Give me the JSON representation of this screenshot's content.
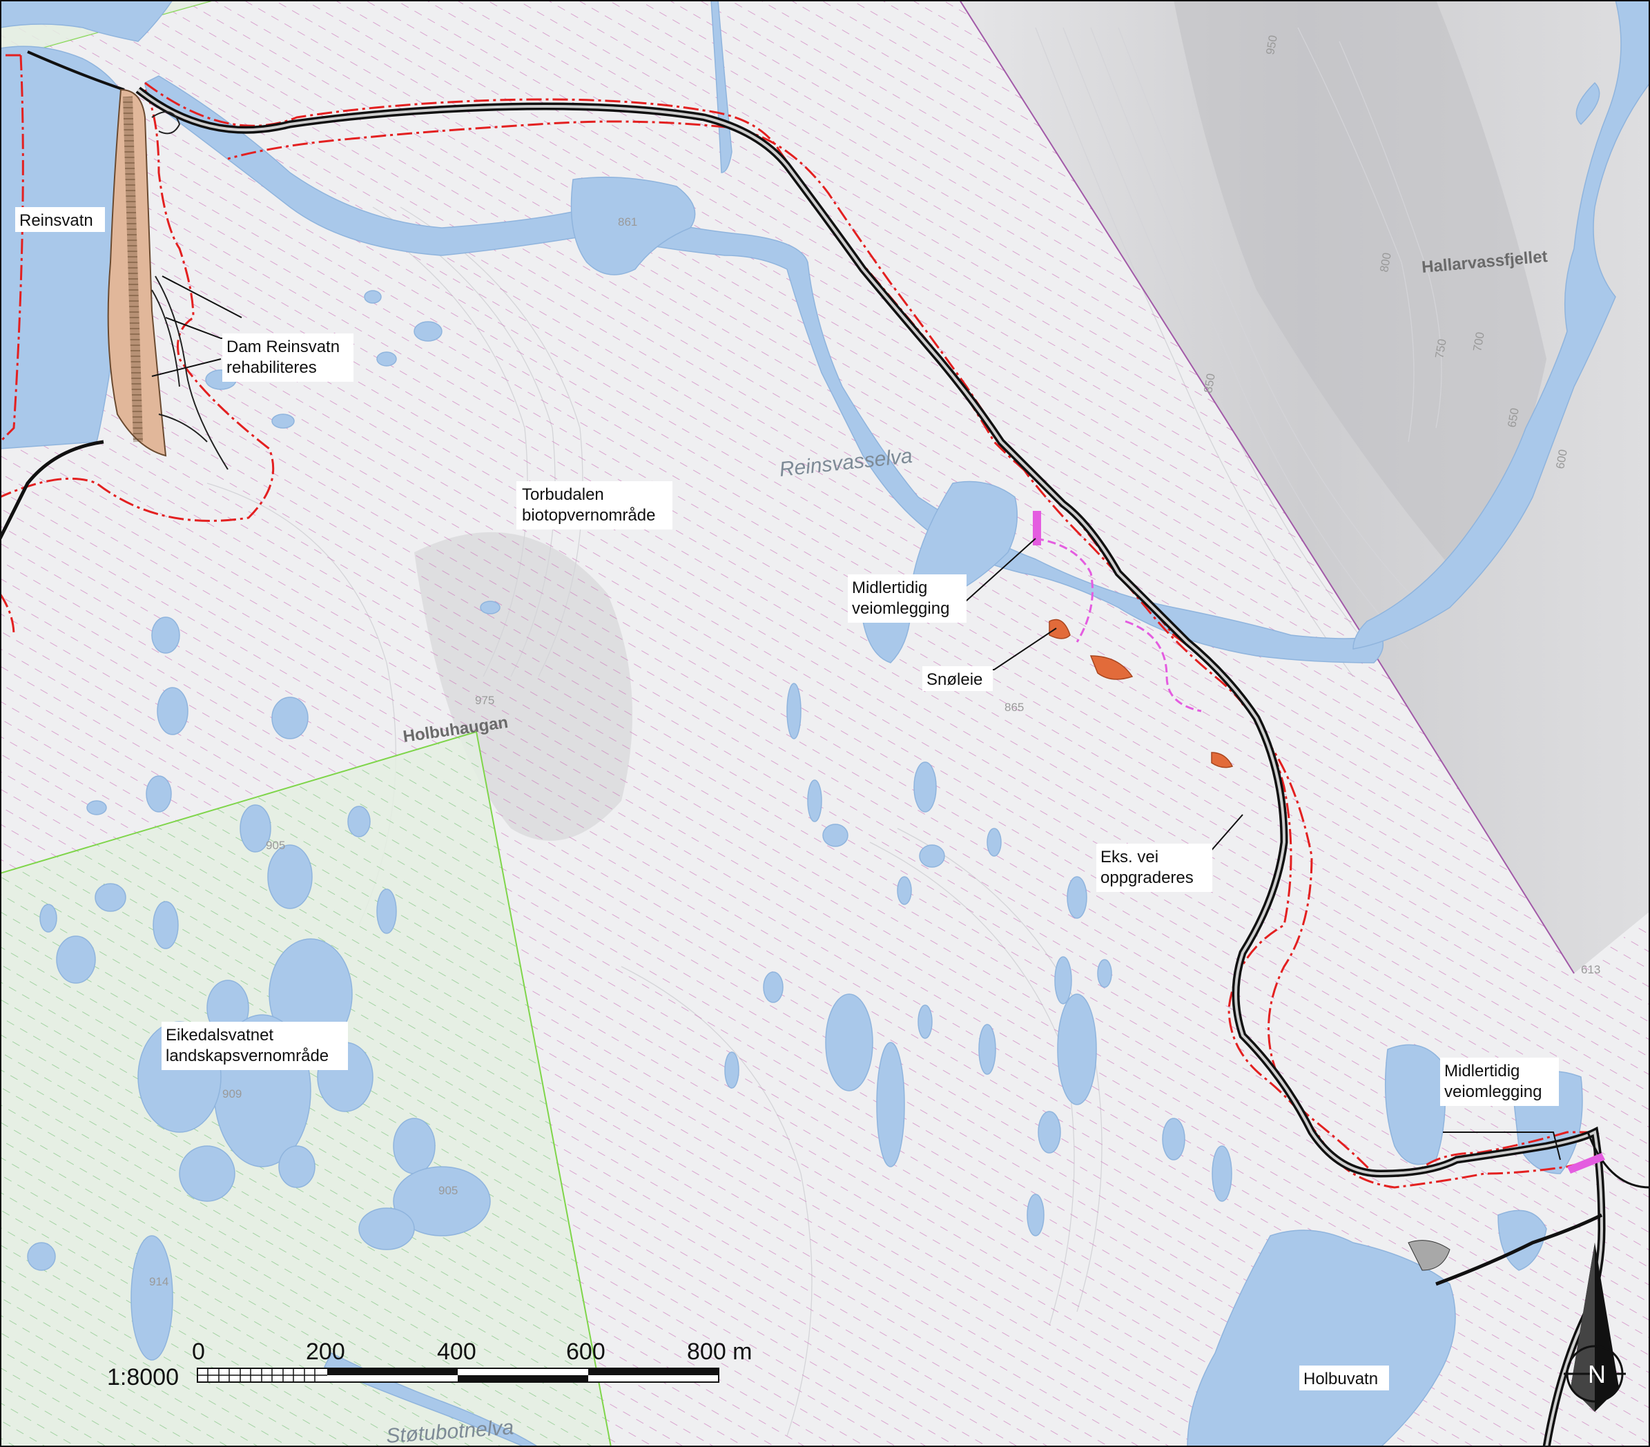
{
  "map": {
    "colors": {
      "water": "#a9c8ea",
      "land": "#f1f0f2",
      "hatch_protected": "#cc77bb",
      "hatch_landscape": "#88cc88",
      "landscape_fill": "#e4efe2",
      "boundary_red": "#e32020",
      "road": "#111111",
      "dam_fill": "#e1b79a",
      "snow_fill": "#e26b3a",
      "temp_road": "#e45ce0",
      "purple_boundary": "#a25aa8",
      "green_boundary": "#7fd54a"
    },
    "labels": {
      "reinsvatn": "Reinsvatn",
      "dam_line1": "Dam Reinsvatn",
      "dam_line2": "rehabiliteres",
      "torbudalen_line1": "Torbudalen",
      "torbudalen_line2": "biotopvernområde",
      "midl1_line1": "Midlertidig",
      "midl1_line2": "veiomlegging",
      "snoleie": "Snøleie",
      "eks_line1": "Eks. vei",
      "eks_line2": "oppgraderes",
      "eikedal_line1": "Eikedalsvatnet",
      "eikedal_line2": "landskapsvernområde",
      "midl2_line1": "Midlertidig",
      "midl2_line2": "veiomlegging",
      "holbuvatn": "Holbuvatn"
    },
    "place_names": {
      "hallarvassfjellet": "Hallarvassfjellet",
      "holbuhaugan": "Holbuhaugan",
      "reinsvasselva": "Reinsvasselva",
      "stubotnelva": "Støtubotnelva"
    },
    "elevations": {
      "e861": "861",
      "e975": "975",
      "e865": "865",
      "e905a": "905",
      "e909": "909",
      "e905b": "905",
      "e914": "914",
      "e613": "613",
      "e800": "800",
      "e750": "750",
      "e700": "700",
      "e650": "650",
      "e600": "600",
      "e950": "950",
      "e850": "850"
    },
    "scale": {
      "ratio": "1:8000",
      "ticks": [
        "0",
        "200",
        "400",
        "600",
        "800 m"
      ]
    },
    "north_arrow": "N"
  }
}
